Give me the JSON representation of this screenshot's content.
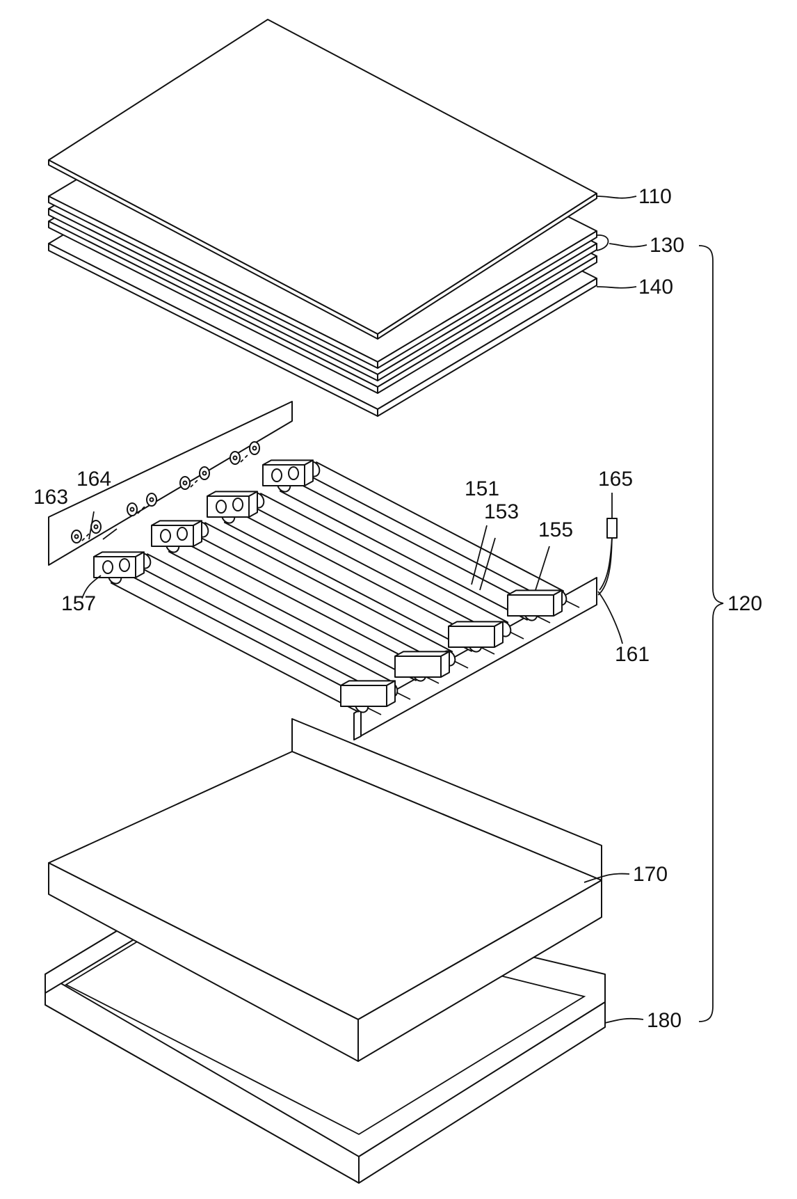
{
  "figure": {
    "labels": {
      "l110": "110",
      "l130": "130",
      "l140": "140",
      "l120": "120",
      "l151": "151",
      "l153": "153",
      "l155": "155",
      "l157": "157",
      "l161": "161",
      "l163": "163",
      "l164": "164",
      "l165": "165",
      "l170": "170",
      "l180": "180"
    }
  }
}
